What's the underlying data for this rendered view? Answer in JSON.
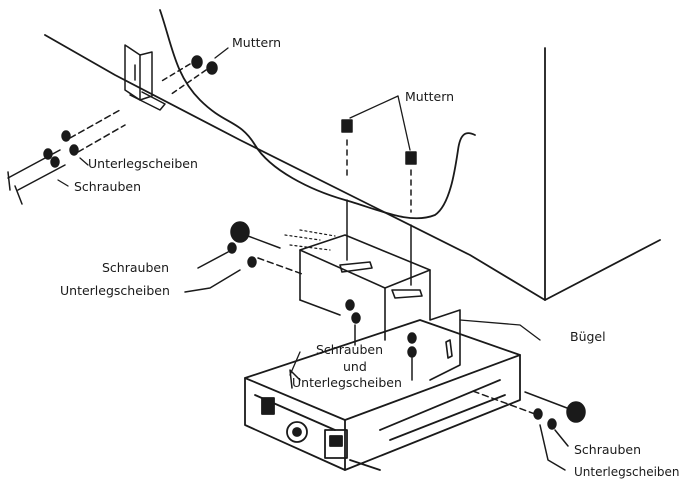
{
  "diagram": {
    "labels": {
      "muttern_top": "Muttern",
      "muttern_mid": "Muttern",
      "unterlegscheiben_left": "Unterlegscheiben",
      "schrauben_left": "Schrauben",
      "schrauben_mid": "Schrauben",
      "unterlegscheiben_mid": "Unterlegscheiben",
      "buegel": "Bügel",
      "schrauben_center": "Schrauben",
      "und_center": "und",
      "unterlegscheiben_center": "Unterlegscheiben",
      "schrauben_right": "Schrauben",
      "unterlegscheiben_right": "Unterlegscheiben"
    },
    "colors": {
      "ink": "#1a1a1a",
      "paper": "#ffffff"
    }
  }
}
